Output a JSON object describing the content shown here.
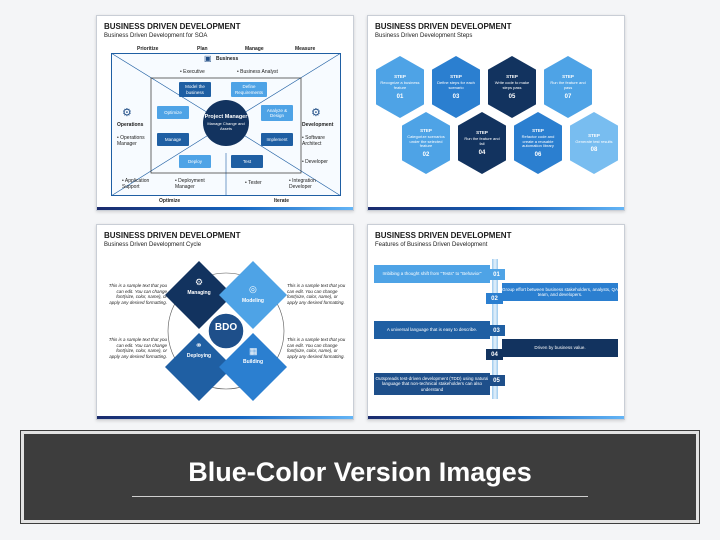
{
  "slide1": {
    "title": "BUSINESS DRIVEN DEVELOPMENT",
    "subtitle": "Business Driven Development for SOA",
    "top_labels": [
      "Prioritize",
      "Plan",
      "Manage",
      "Measure"
    ],
    "bottom_labels": [
      "Optimize",
      "Iterate"
    ],
    "business": "Business",
    "executive": "Executive",
    "business_analyst": "Business Analyst",
    "model_business": "Model the business",
    "define_requirements": "Define Requirements",
    "optimize": "Optimize",
    "analyze_design": "Analyze & Design",
    "manage": "Manage",
    "implement": "Implement",
    "deploy": "Deploy",
    "test": "Test",
    "center_title": "Project Manager",
    "center_sub": "Manage Change and Assets",
    "operations": "Operations",
    "operations_manager": "Operations Manager",
    "development": "Development",
    "software_architect": "Software Architect",
    "developer": "Developer",
    "application_support": "Application Support",
    "deployment_manager": "Deployment Manager",
    "tester": "Tester",
    "integration_developer": "Integration Developer"
  },
  "slide2": {
    "title": "BUSINESS DRIVEN DEVELOPMENT",
    "subtitle": "Business Driven Development Steps",
    "step_label": "STEP",
    "top_steps": [
      {
        "text": "Recognize a business feature",
        "num": "01"
      },
      {
        "text": "Define steps for each scenario",
        "num": "03"
      },
      {
        "text": "Write code to make steps pass",
        "num": "05"
      },
      {
        "text": "Run the feature and pass",
        "num": "07"
      }
    ],
    "bottom_steps": [
      {
        "text": "Categorize scenarios under the selected feature",
        "num": "02"
      },
      {
        "text": "Run the feature and fail",
        "num": "04"
      },
      {
        "text": "Refactor code and create a reusable automation library",
        "num": "06"
      },
      {
        "text": "Generate test results",
        "num": "08"
      }
    ]
  },
  "slide3": {
    "title": "BUSINESS DRIVEN DEVELOPMENT",
    "subtitle": "Business Driven Development Cycle",
    "center": "BDO",
    "managing": "Managing",
    "modeling": "Modeling",
    "deploying": "Deploying",
    "building": "Building",
    "sample_text": "This is a sample text that you can edit. You can change font(size, color, name), or apply any desired formatting."
  },
  "slide4": {
    "title": "BUSINESS DRIVEN DEVELOPMENT",
    "subtitle": "Features of Business Driven Development",
    "items": [
      {
        "num": "01",
        "text": "Imbibing a thought shift from \"Tests\" to \"Behavior\""
      },
      {
        "num": "02",
        "text": "Group effort between business stakeholders, analysts, QA team, and developers."
      },
      {
        "num": "03",
        "text": "A universal language that is easy to describe."
      },
      {
        "num": "04",
        "text": "Driven by business value."
      },
      {
        "num": "05",
        "text": "Outspreads test-driven development (TDD) using natural language that non-technical stakeholders can also understand"
      }
    ]
  },
  "banner": {
    "title": "Blue-Color Version Images"
  },
  "colors": {
    "primary": "#1f5fa3",
    "dark": "#12335f",
    "light": "#4ea3e6",
    "banner_bg": "#3d3d3d"
  }
}
